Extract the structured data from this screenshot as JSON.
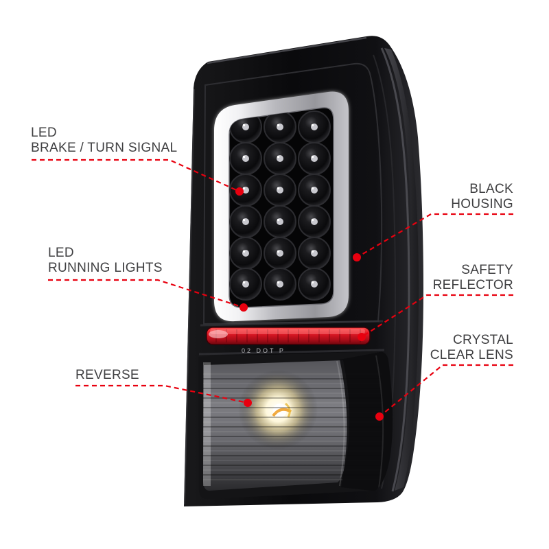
{
  "figure": {
    "type": "annotated-product-callout",
    "subject": "LED tail light"
  },
  "colors": {
    "background": "#ffffff",
    "accent_red": "#e8000f",
    "label_text": "#3f3f41",
    "housing_black": "#0b0b0d",
    "light_bar_white": "#e9e9eb",
    "reflector_red": "#c81020",
    "reverse_glow_yellow": "#f5e9b0"
  },
  "callouts": [
    {
      "id": "led-brake-turn-signal",
      "side": "left",
      "lines": [
        "LED",
        "BRAKE / TURN SIGNAL"
      ]
    },
    {
      "id": "led-running-lights",
      "side": "left",
      "lines": [
        "LED",
        "RUNNING LIGHTS"
      ]
    },
    {
      "id": "reverse",
      "side": "left",
      "lines": [
        "REVERSE"
      ]
    },
    {
      "id": "black-housing",
      "side": "right",
      "lines": [
        "BLACK",
        "HOUSING"
      ]
    },
    {
      "id": "safety-reflector",
      "side": "right",
      "lines": [
        "SAFETY",
        "REFLECTOR"
      ]
    },
    {
      "id": "crystal-clear-lens",
      "side": "right",
      "lines": [
        "CRYSTAL",
        "CLEAR LENS"
      ]
    }
  ],
  "markings": {
    "dot_text": "02 DOT P"
  }
}
